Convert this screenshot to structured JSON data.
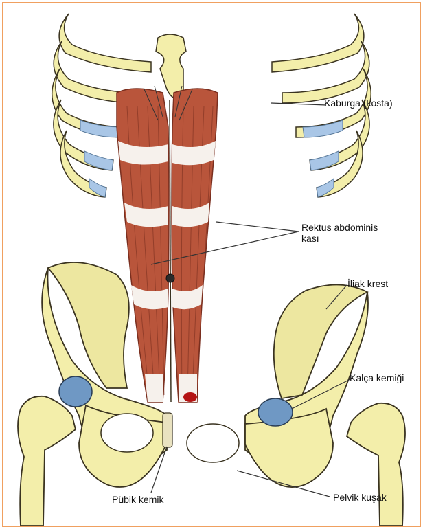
{
  "labels": {
    "kaburga": "Kaburga (kosta)",
    "rektus_line1": "Rektus abdominis",
    "rektus_line2": "kası",
    "iliak": "İliak krest",
    "kalca": "Kalça kemiği",
    "pubik": "Pübik kemik",
    "pelvik": "Pelvik kuşak"
  },
  "colors": {
    "border": "#f0a060",
    "bone": "#f3eeaa",
    "bone_outline": "#3a3320",
    "cartilage": "#a9c6e6",
    "muscle": "#b9553b",
    "muscle_dark": "#7a2f1f",
    "tendon": "#f6f1ec",
    "joint": "#6f98c4",
    "highlight": "#b41414"
  }
}
